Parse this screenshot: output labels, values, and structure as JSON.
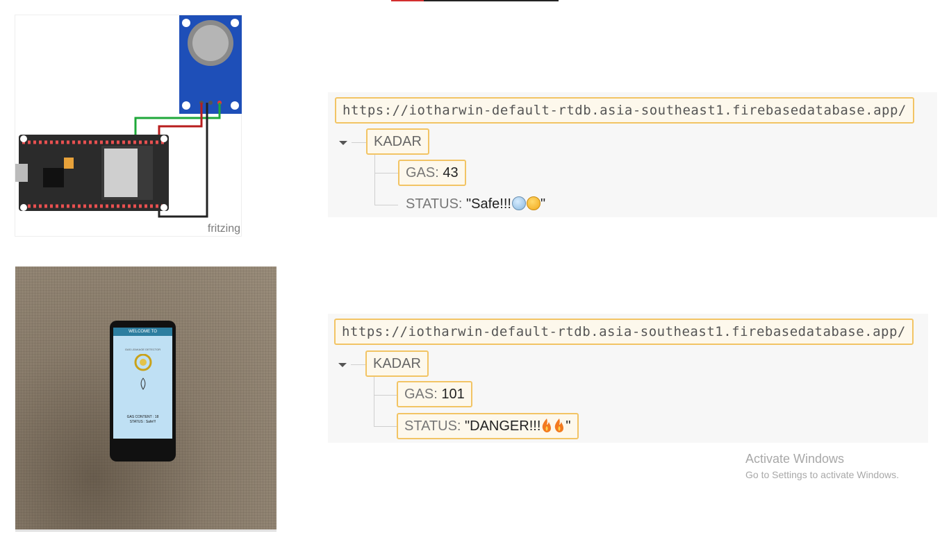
{
  "fritzing": {
    "label": "fritzing"
  },
  "phone": {
    "app_title": "WELCOME TO",
    "subtitle": "GAS LEAKAGE DETECTOR",
    "gas_line": "GAS CONTENT : 18",
    "status_line": "STATUS : Safe!!!"
  },
  "firebase_top": {
    "url": "https://iotharwin-default-rtdb.asia-southeast1.firebasedatabase.app/",
    "node": "KADAR",
    "gas_key": "GAS:",
    "gas_value": "43",
    "status_key": "STATUS:",
    "status_open": "\"Safe!!!",
    "status_close": "\"",
    "emojis": [
      "cold-face",
      "heart-eyes-face"
    ]
  },
  "firebase_bottom": {
    "url": "https://iotharwin-default-rtdb.asia-southeast1.firebasedatabase.app/",
    "node": "KADAR",
    "gas_key": "GAS:",
    "gas_value": "101",
    "status_key": "STATUS:",
    "status_open": "\"DANGER!!!",
    "status_close": "\"",
    "emojis": [
      "fire",
      "fire"
    ]
  },
  "watermark": {
    "title": "Activate Windows",
    "subtitle": "Go to Settings to activate Windows."
  }
}
